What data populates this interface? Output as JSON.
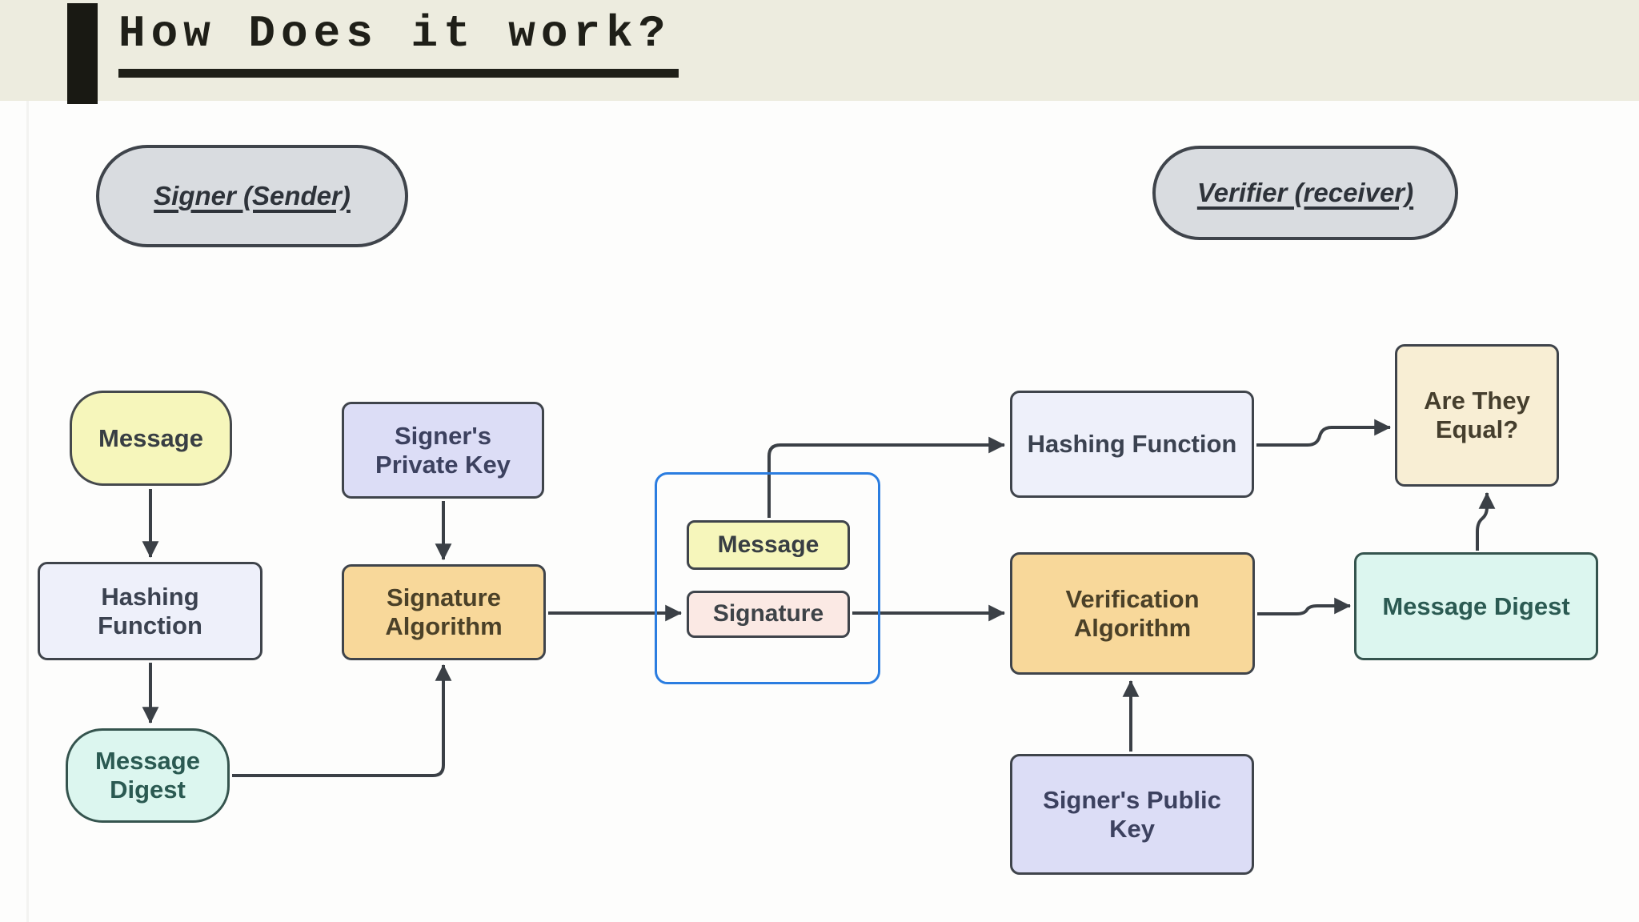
{
  "title": "How Does it work?",
  "colors": {
    "header_bg": "#edecdf",
    "title_color": "#1f1f18",
    "canvas_bg": "#fdfdfc",
    "arrow": "#3b4046",
    "blue_container_border": "#2b7de0",
    "gray_pill_fill": "#d9dce0",
    "yellow_fill": "#f6f6bb",
    "light_fill": "#eef0fa",
    "teal_fill": "#dcf6ef",
    "lavender_fill": "#dcddf6",
    "orange_fill": "#f8d89a",
    "pink_fill": "#fbe9e4",
    "cream_fill": "#f8eed4"
  },
  "nodes": {
    "signer_pill": "Signer (Sender)",
    "verifier_pill": "Verifier (receiver)",
    "message_left": "Message",
    "hashing_left": "Hashing Function",
    "digest_left": "Message Digest",
    "private_key": "Signer's Private Key",
    "signature_algorithm": "Signature Algorithm",
    "bundle_message": "Message",
    "bundle_signature": "Signature",
    "hashing_right": "Hashing Function",
    "are_they_equal": "Are They Equal?",
    "verification_algorithm": "Verification Algorithm",
    "digest_right": "Message Digest",
    "public_key": "Signer's Public Key"
  }
}
